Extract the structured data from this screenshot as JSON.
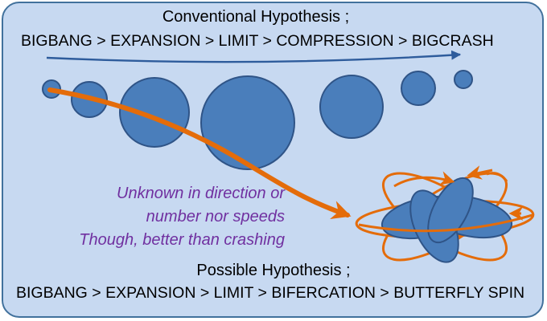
{
  "conventional": {
    "title": "Conventional Hypothesis ;",
    "sequence": "BIGBANG > EXPANSION > LIMIT >  COMPRESSION > BIGCRASH"
  },
  "annotation": {
    "line1": "Unknown in direction or",
    "line2": "number nor speeds",
    "line3": "Though, better than crashing"
  },
  "possible": {
    "title": "Possible Hypothesis ;",
    "sequence": "BIGBANG > EXPANSION > LIMIT > BIFERCATION > BUTTERFLY SPIN"
  },
  "colors": {
    "panel_fill": "#c7d9f1",
    "panel_border": "#41719c",
    "circle_fill": "#4a7ebb",
    "circle_stroke": "#2f5487",
    "arrow_orange": "#e46c0a",
    "arrow_blue": "#2e5c9c",
    "annotation_text": "#7030a0"
  }
}
